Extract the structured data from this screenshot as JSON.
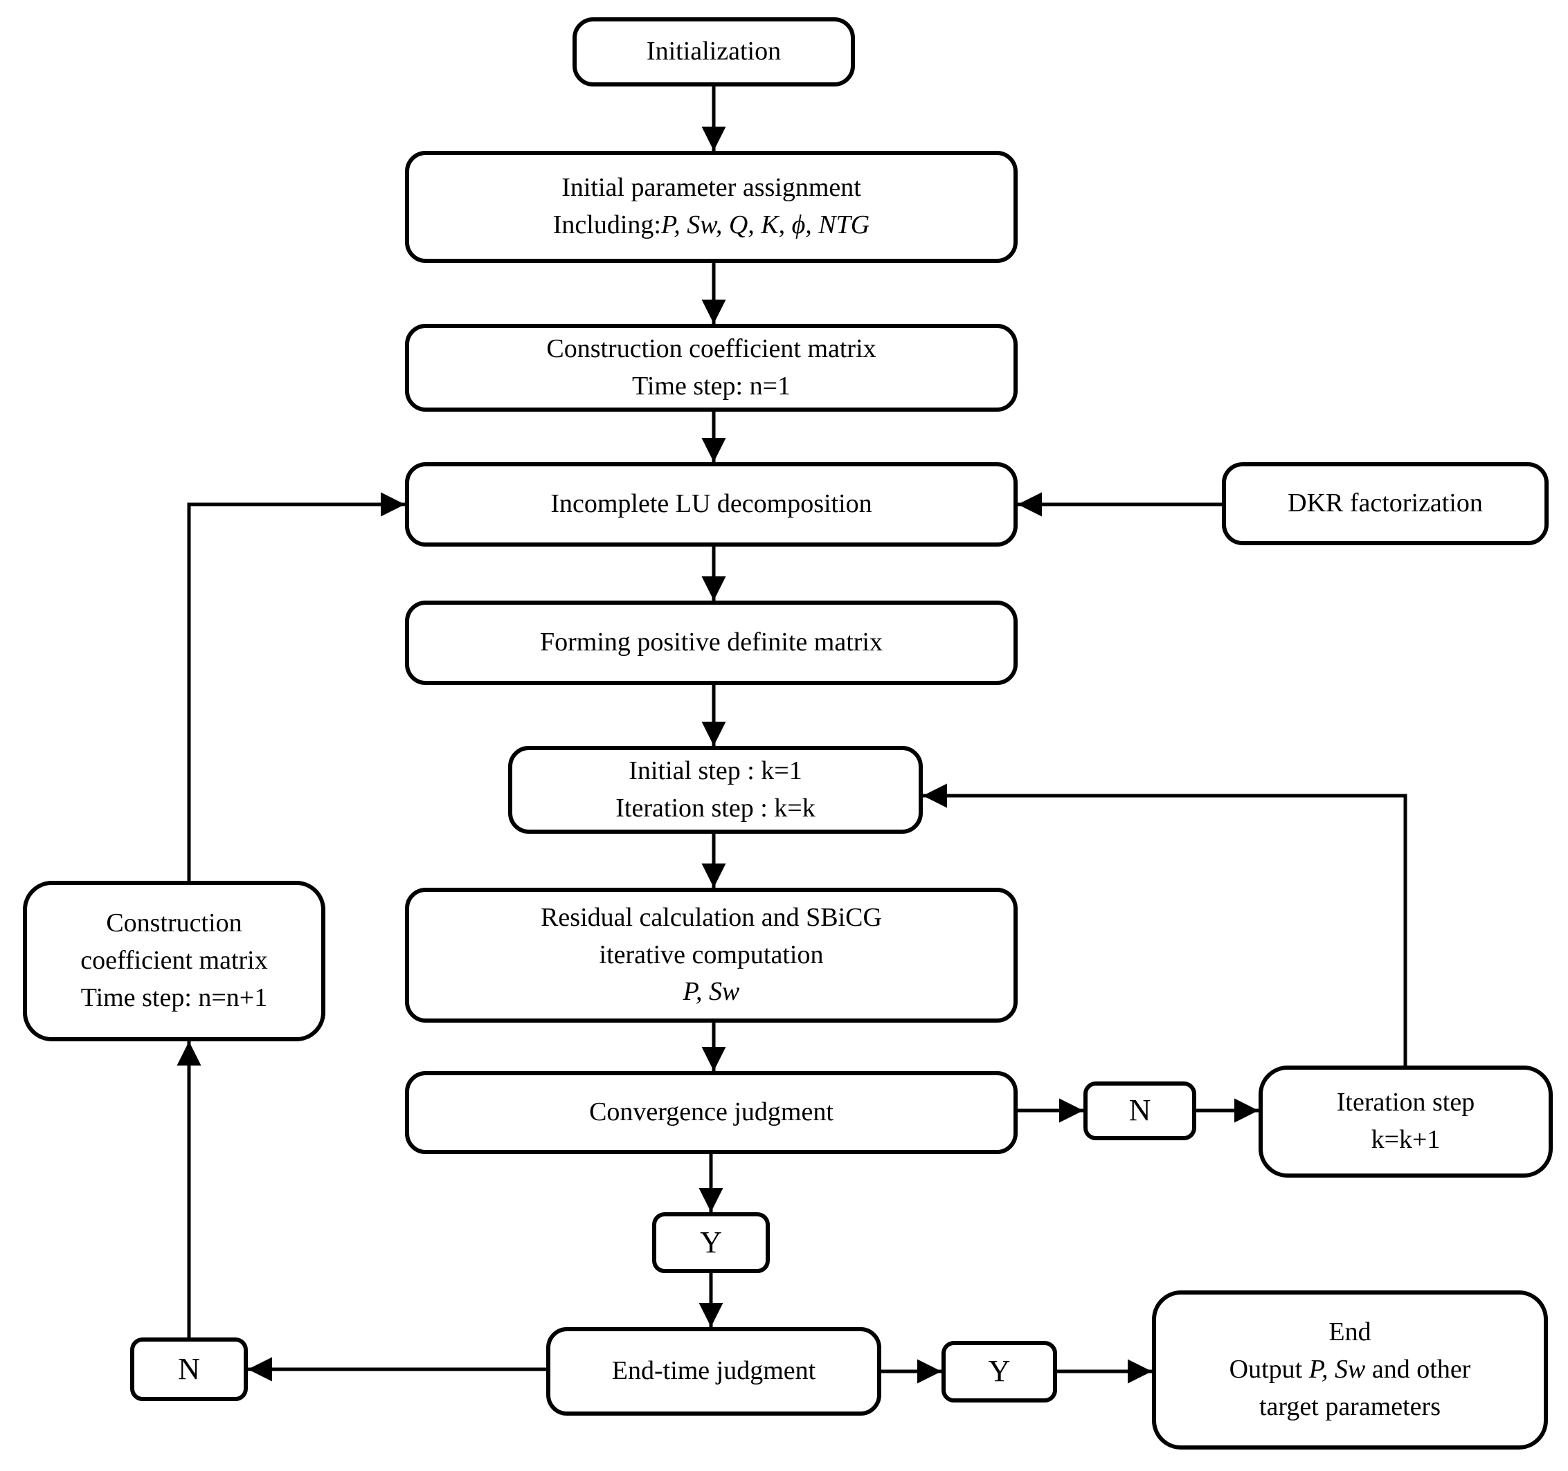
{
  "diagram": {
    "colors": {
      "line": "#000000",
      "box_fill": "#ffffff",
      "text": "#000000"
    },
    "nodes": {
      "init": {
        "label": "Initialization"
      },
      "param": {
        "line1": "Initial parameter assignment",
        "line2_prefix": "Including:",
        "line2_params": "P, Sw, Q, K, ϕ, NTG"
      },
      "matrix1": {
        "line1": "Construction coefficient matrix",
        "line2": "Time step: n=1"
      },
      "lu": {
        "label": "Incomplete LU decomposition"
      },
      "dkr": {
        "label": "DKR factorization"
      },
      "forming": {
        "label": "Forming positive definite matrix"
      },
      "kstep": {
        "line1": "Initial step : k=1",
        "line2": "Iteration step : k=k"
      },
      "residual": {
        "line1": "Residual calculation and SBiCG",
        "line2": "iterative computation",
        "line3": "P, Sw"
      },
      "conv": {
        "label": "Convergence judgment"
      },
      "n_right": {
        "label": "N"
      },
      "iter": {
        "line1": "Iteration step",
        "line2": "k=k+1"
      },
      "y_mid": {
        "label": "Y"
      },
      "endtime": {
        "label": "End-time judgment"
      },
      "n_left": {
        "label": "N"
      },
      "y_right": {
        "label": "Y"
      },
      "matrix2": {
        "line1": "Construction",
        "line2": "coefficient matrix",
        "line3": "Time step: n=n+1"
      },
      "end": {
        "line1": "End",
        "line2_prefix": "Output ",
        "line2_params": "P, Sw",
        "line2_suffix": " and other",
        "line3": "target parameters"
      }
    }
  }
}
